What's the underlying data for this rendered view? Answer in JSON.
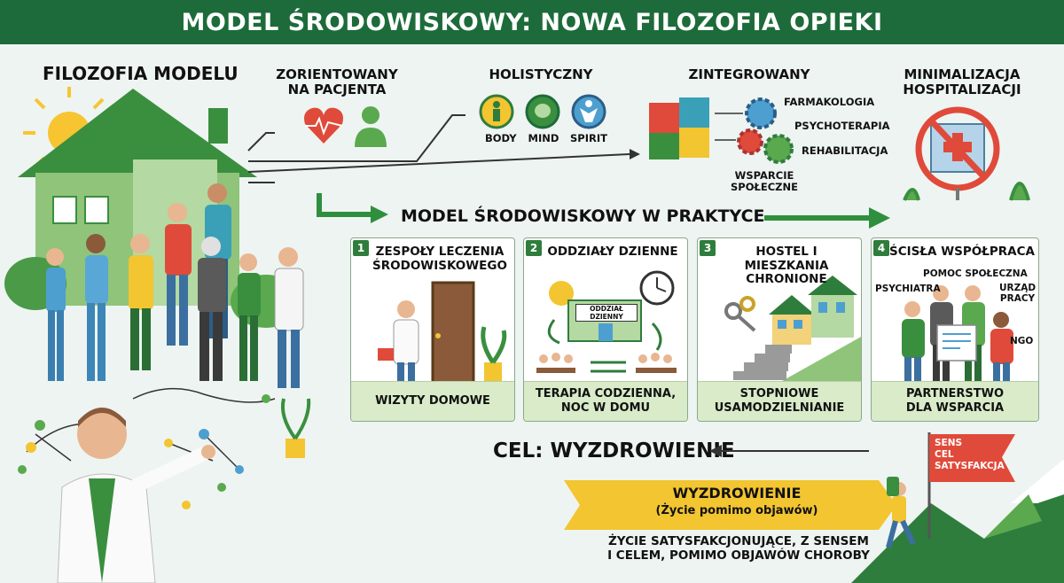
{
  "title": "MODEL ŚRODOWISKOWY: NOWA FILOZOFIA OPIEKI",
  "philosophy": {
    "heading": "FILOZOFIA MODELU",
    "patient_centered": "ZORIENTOWANY\nNA PACJENTA",
    "holistic": {
      "heading": "HOLISTYCZNY",
      "body": "BODY",
      "mind": "MIND",
      "spirit": "SPIRIT"
    },
    "integrated": {
      "heading": "ZINTEGROWANY",
      "items": [
        "FARMAKOLOGIA",
        "PSYCHOTERAPIA",
        "REHABILITACJA"
      ],
      "support": "WSPARCIE\nSPOŁECZNE"
    },
    "minimization": "MINIMALIZACJA\nHOSPITALIZACJI"
  },
  "practice": {
    "heading": "MODEL ŚRODOWISKOWY W PRAKTYCE",
    "cards": [
      {
        "num": "1",
        "title": "ZESPOŁY LECZENIA\nŚRODOWISKOWEGO",
        "footer": "WIZYTY DOMOWE"
      },
      {
        "num": "2",
        "title": "ODDZIAŁY DZIENNE",
        "sign": "ODDZIAŁ DZIENNY",
        "footer": "TERAPIA CODZIENNA,\nNOC W DOMU"
      },
      {
        "num": "3",
        "title": "HOSTEL I MIESZKANIA\nCHRONIONE",
        "footer": "STOPNIOWE\nUSAMODZIELNIANIE"
      },
      {
        "num": "4",
        "title": "ŚCISŁA WSPÓŁPRACA",
        "labels": {
          "social": "POMOC SPOŁECZNA",
          "psych": "PSYCHIATRA",
          "office": "URZĄD\nPRACY",
          "ngo": "NGO"
        },
        "footer": "PARTNERSTWO\nDLA WSPARCIA"
      }
    ]
  },
  "goal": {
    "heading": "CEL: WYZDROWIENIE",
    "banner_title": "WYZDROWIENIE",
    "banner_sub": "(Życie pomimo objawów)",
    "description": "ŻYCIE SATYSFAKCJONUJĄCE, Z SENSEM\nI CELEM, POMIMO OBJAWÓW CHOROBY",
    "flag": [
      "SENS",
      "CEL",
      "SATYSFAKCJA"
    ]
  },
  "colors": {
    "title_bg": "#1d6b3a",
    "accent_green": "#2f7d3c",
    "banner_yellow": "#f2c531",
    "flag_red": "#e04a3a"
  }
}
